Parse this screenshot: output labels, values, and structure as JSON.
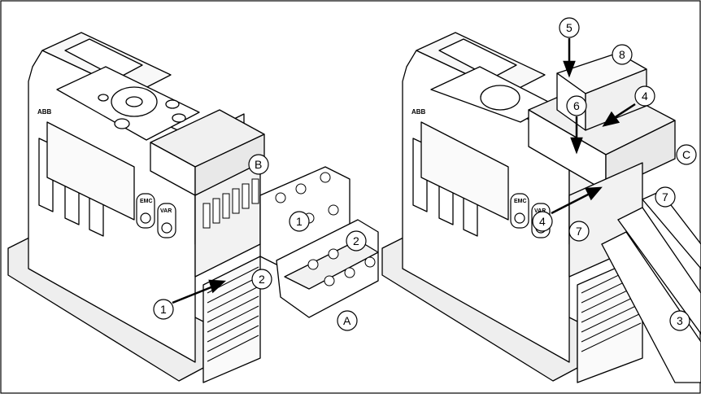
{
  "figure": {
    "brand_mark": "ABB",
    "panel_labels_left": {
      "emc": "EMC",
      "var": "VAR"
    },
    "panel_labels_right": {
      "emc": "EMC",
      "var": "VAR"
    },
    "left_assembly": {
      "callouts": [
        "1",
        "1",
        "2",
        "2",
        "A",
        "B"
      ]
    },
    "right_assembly": {
      "callouts": [
        "5",
        "8",
        "6",
        "4",
        "4",
        "C",
        "7",
        "7",
        "3"
      ]
    }
  }
}
